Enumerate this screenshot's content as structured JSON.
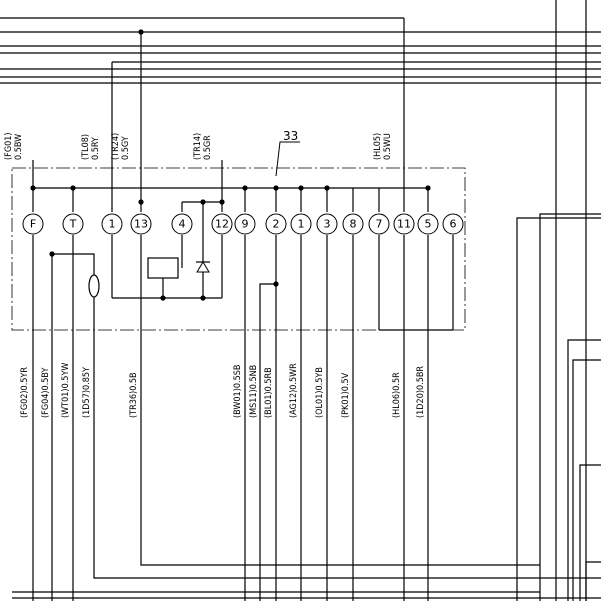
{
  "component_ref": "33",
  "pins": [
    {
      "id": "pin-F",
      "label": "F"
    },
    {
      "id": "pin-T",
      "label": "T"
    },
    {
      "id": "pin-1a",
      "label": "1"
    },
    {
      "id": "pin-13",
      "label": "13"
    },
    {
      "id": "pin-4",
      "label": "4"
    },
    {
      "id": "pin-12",
      "label": "12"
    },
    {
      "id": "pin-9",
      "label": "9"
    },
    {
      "id": "pin-2",
      "label": "2"
    },
    {
      "id": "pin-1b",
      "label": "1"
    },
    {
      "id": "pin-3",
      "label": "3"
    },
    {
      "id": "pin-8",
      "label": "8"
    },
    {
      "id": "pin-7",
      "label": "7"
    },
    {
      "id": "pin-11",
      "label": "11"
    },
    {
      "id": "pin-5",
      "label": "5"
    },
    {
      "id": "pin-6",
      "label": "6"
    }
  ],
  "top_labels": [
    {
      "code": "(FG01)",
      "spec": "0.5BW"
    },
    {
      "code": "(TL08)",
      "spec": "0.5RY"
    },
    {
      "code": "(TR24)",
      "spec": "0.5GY"
    },
    {
      "code": "(TR14)",
      "spec": "0.5GR"
    },
    {
      "code": "(HL05)",
      "spec": "0.5WU"
    }
  ],
  "bottom_labels": [
    "(FG02)0.5YR",
    "(FG04)0.5BY",
    "(WT01)0.5YW",
    "(1D57)0.85Y",
    "(TR36)0.5B",
    "(BW01)0.5SB",
    "(MS11)0.5NB",
    "(BL01)0.5RB",
    "(AG12)0.5WR",
    "(OL01)0.5YB",
    "(PK01)0.5V",
    "(HL06)0.5R",
    "(1D20)0.5BR"
  ]
}
